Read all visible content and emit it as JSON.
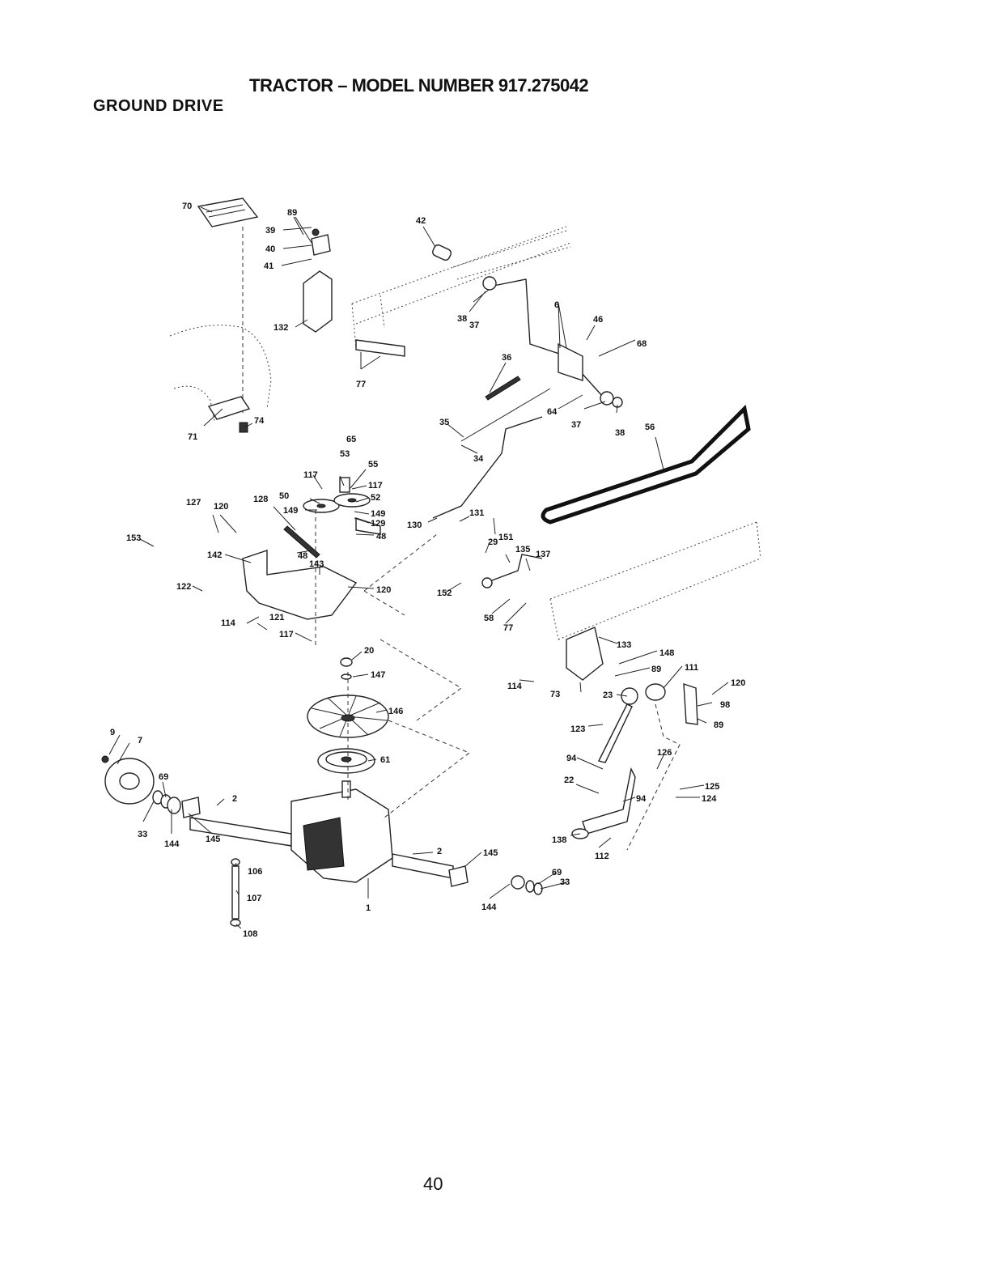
{
  "header": {
    "title": "TRACTOR – MODEL NUMBER 917.275042",
    "section": "GROUND DRIVE"
  },
  "footer": {
    "page_number": "40"
  },
  "parts": {
    "p39": "39",
    "p40": "40",
    "p41": "41",
    "p42": "42",
    "p70": "70",
    "p89a": "89",
    "p132": "132",
    "p38a": "38",
    "p37a": "37",
    "p6": "6",
    "p46": "46",
    "p68": "68",
    "p36": "36",
    "p77a": "77",
    "p64": "64",
    "p37b": "37",
    "p38b": "38",
    "p56": "56",
    "p71": "71",
    "p74": "74",
    "p35": "35",
    "p34": "34",
    "p65": "65",
    "p53": "53",
    "p55": "55",
    "p117a": "117",
    "p117b": "117",
    "p52": "52",
    "p127": "127",
    "p120a": "120",
    "p128": "128",
    "p50": "50",
    "p149a": "149",
    "p149b": "149",
    "p129": "129",
    "p48a": "48",
    "p48b": "48",
    "p153": "153",
    "p142": "142",
    "p143": "143",
    "p29": "29",
    "p131": "131",
    "p130": "130",
    "p151": "151",
    "p135": "135",
    "p137": "137",
    "p122": "122",
    "p120b": "120",
    "p152": "152",
    "p114a": "114",
    "p121": "121",
    "p117c": "117",
    "p20": "20",
    "p58": "58",
    "p77b": "77",
    "p133": "133",
    "p148": "148",
    "p89b": "89",
    "p111": "111",
    "p120c": "120",
    "p147": "147",
    "p114b": "114",
    "p73": "73",
    "p23": "23",
    "p98": "98",
    "p146": "146",
    "p89c": "89",
    "p123": "123",
    "p9": "9",
    "p7": "7",
    "p61": "61",
    "p94a": "94",
    "p126": "126",
    "p69a": "69",
    "p22": "22",
    "p125": "125",
    "p2a": "2",
    "p94b": "94",
    "p124": "124",
    "p33a": "33",
    "p144a": "144",
    "p145a": "145",
    "p138": "138",
    "p112": "112",
    "p2b": "2",
    "p145b": "145",
    "p106": "106",
    "p69b": "69",
    "p33b": "33",
    "p107": "107",
    "p1": "1",
    "p144b": "144",
    "p108": "108"
  }
}
